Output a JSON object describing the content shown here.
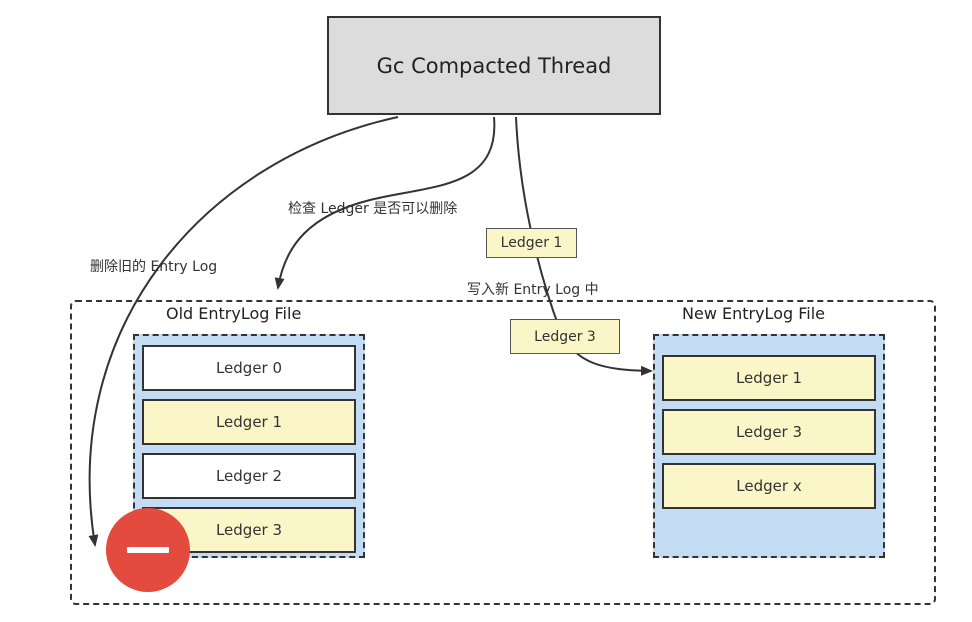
{
  "thread": {
    "title": "Gc Compacted Thread"
  },
  "labels": {
    "delete_old": "删除旧的 Entry Log",
    "check_ledger": "检查 Ledger 是否可以删除",
    "write_new": "写入新 Entry Log 中"
  },
  "tags": {
    "moving_1": "Ledger 1",
    "moving_3": "Ledger 3"
  },
  "old_file": {
    "title": "Old EntryLog File",
    "ledgers": [
      {
        "label": "Ledger 0",
        "state": "white"
      },
      {
        "label": "Ledger 1",
        "state": "yellow"
      },
      {
        "label": "Ledger 2",
        "state": "white"
      },
      {
        "label": "Ledger 3",
        "state": "yellow"
      }
    ]
  },
  "new_file": {
    "title": "New EntryLog File",
    "ledgers": [
      {
        "label": "Ledger 1",
        "state": "yellow"
      },
      {
        "label": "Ledger 3",
        "state": "yellow"
      },
      {
        "label": "Ledger x",
        "state": "yellow"
      }
    ]
  },
  "icons": {
    "delete": "minus-circle-icon"
  },
  "colors": {
    "thread_fill": "#dcdcdc",
    "panel_fill": "#c3dcf4",
    "ledger_highlight": "#fbf6c7",
    "delete_red": "#e24b3d"
  }
}
